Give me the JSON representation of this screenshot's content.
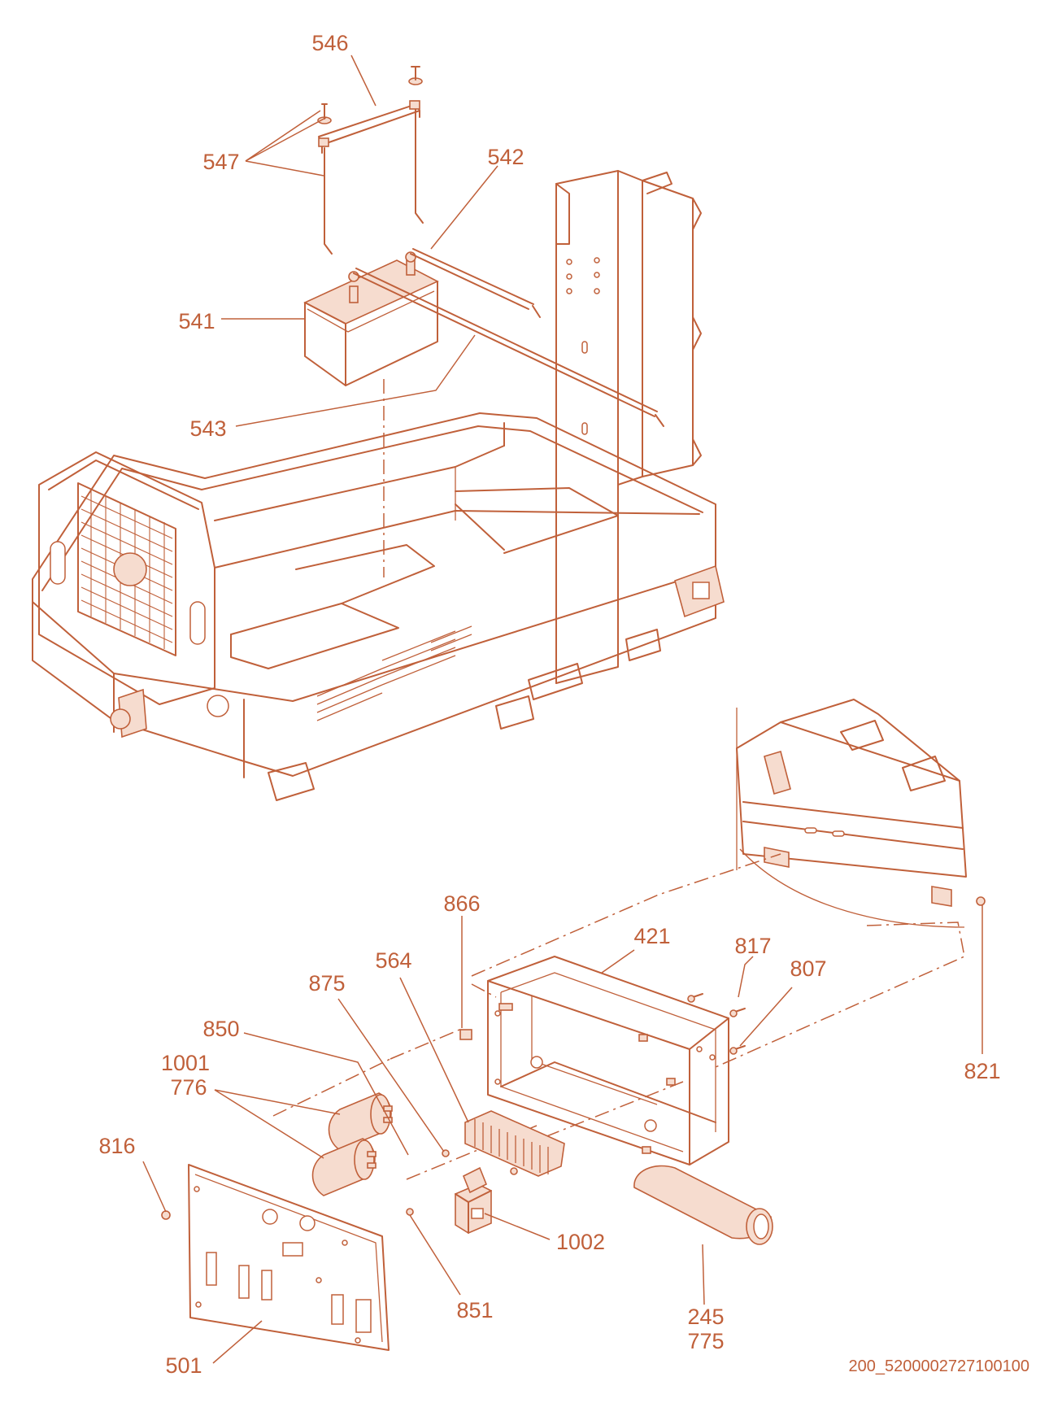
{
  "diagram": {
    "type": "exploded-parts-diagram",
    "line_color": "#c0603a",
    "fill_color": "#f6dccf",
    "callouts": {
      "c546": "546",
      "c547": "547",
      "c542": "542",
      "c541": "541",
      "c543": "543",
      "c866": "866",
      "c421": "421",
      "c817": "817",
      "c807": "807",
      "c564": "564",
      "c875": "875",
      "c850": "850",
      "c1001": "1001",
      "c776": "776",
      "c816": "816",
      "c821": "821",
      "c1002": "1002",
      "c851": "851",
      "c245": "245",
      "c775": "775",
      "c501": "501"
    },
    "document_id": "200_5200002727100100"
  }
}
